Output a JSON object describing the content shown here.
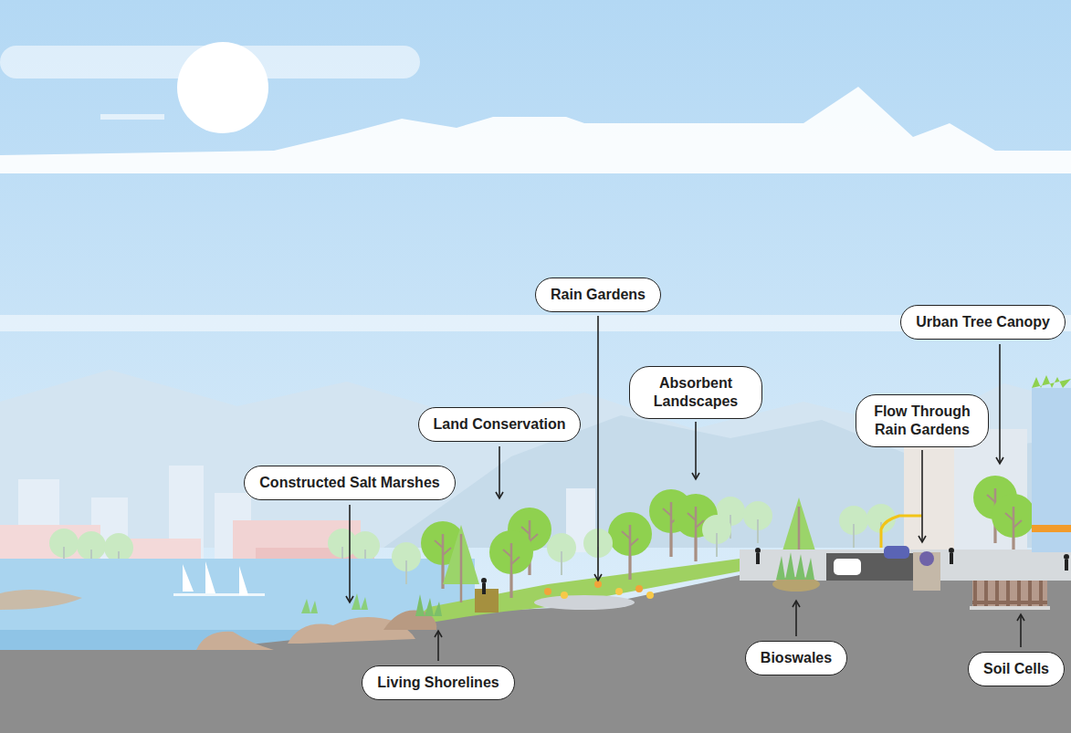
{
  "diagram": {
    "nodes": [
      {
        "text": [
          "Rain Gardens"
        ]
      },
      {
        "text": [
          "Urban Tree Canopy"
        ]
      },
      {
        "text": [
          "Absorbent Landscapes"
        ]
      },
      {
        "text": [
          "Flow Through Rain Gardens"
        ]
      },
      {
        "text": [
          "Land Conservation"
        ]
      },
      {
        "text": [
          "Constructed Salt Marshes"
        ]
      },
      {
        "text": [
          "Bioswales"
        ]
      },
      {
        "text": [
          "Soil Cells"
        ]
      },
      {
        "text": [
          "Living Shorelines"
        ]
      }
    ]
  }
}
